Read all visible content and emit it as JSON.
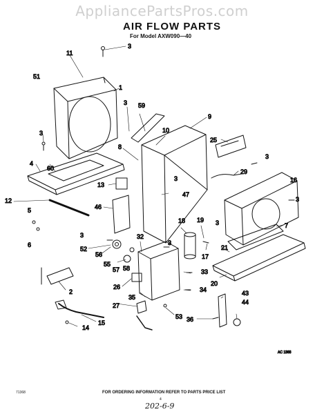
{
  "watermark": "AppliancePartsPros.com",
  "title": "AIR FLOW PARTS",
  "subtitle": "For Model AXW090—40",
  "callouts": [
    "3",
    "11",
    "51",
    "1",
    "3",
    "59",
    "9",
    "10",
    "3",
    "25",
    "3",
    "16",
    "8",
    "4",
    "60",
    "29",
    "13",
    "3",
    "47",
    "12",
    "46",
    "3",
    "5",
    "18",
    "19",
    "6",
    "3",
    "7",
    "52",
    "32",
    "3",
    "21",
    "56",
    "55",
    "57",
    "58",
    "33",
    "17",
    "3",
    "26",
    "35",
    "34",
    "20",
    "2",
    "43",
    "27",
    "53",
    "44",
    "15",
    "36",
    "14"
  ],
  "ref_code": "AC 1368",
  "footer_note": "FOR ORDERING INFORMATION REFER TO PARTS PRICE LIST",
  "page_code": "71368",
  "page_number": "4",
  "handwritten": "202-6-9"
}
